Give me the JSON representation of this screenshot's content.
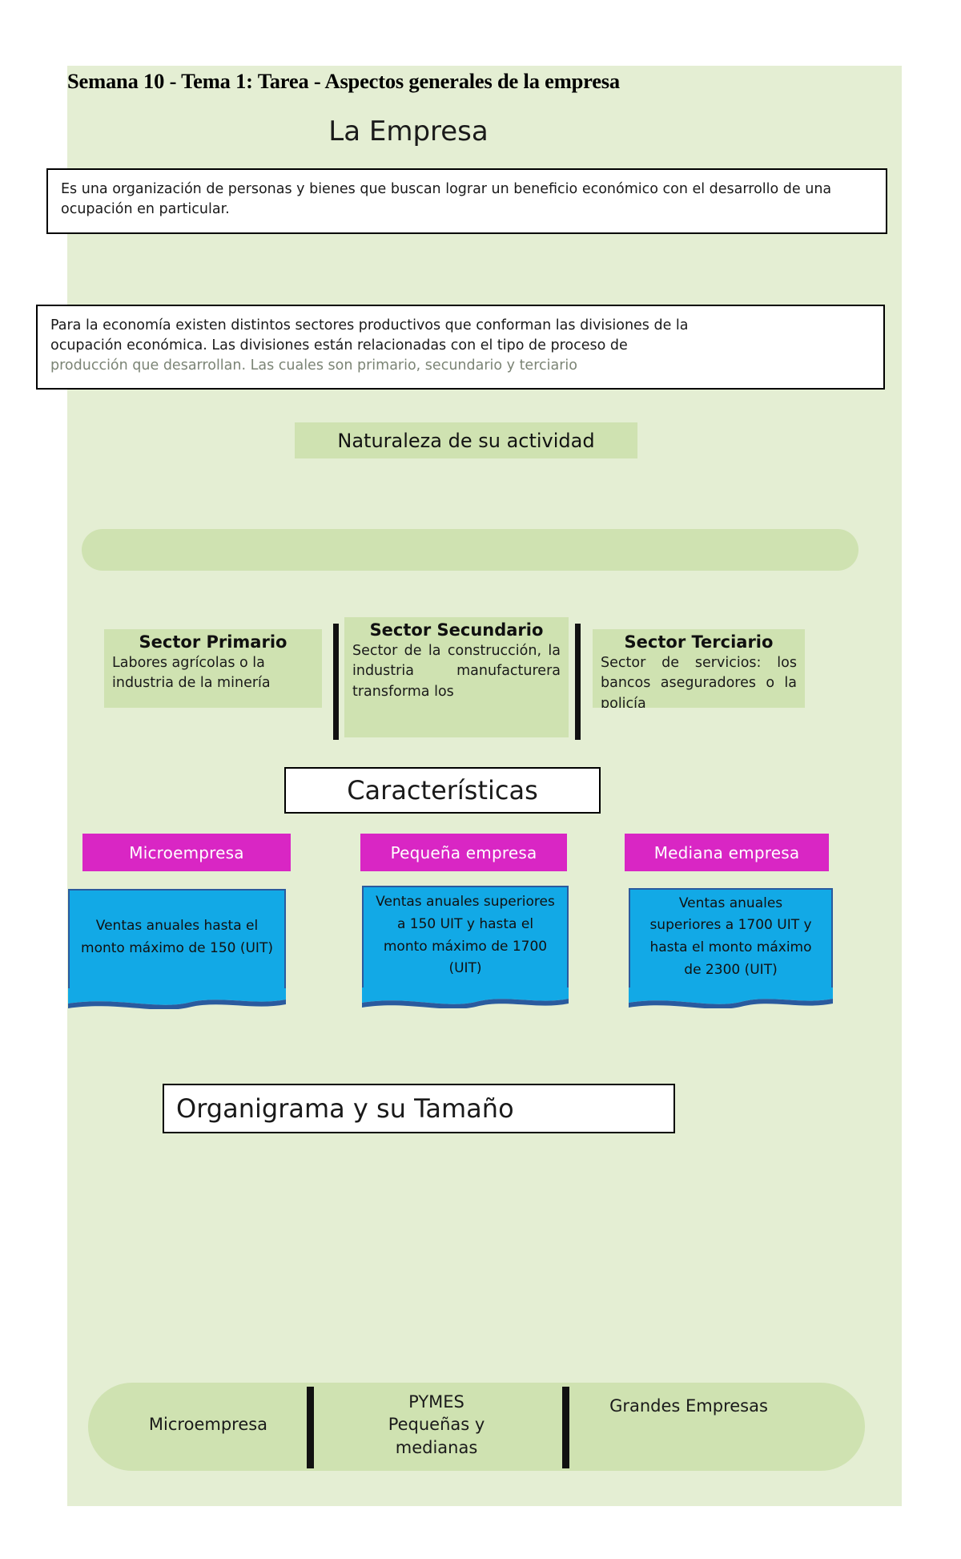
{
  "document": {
    "title": "Semana 10 - Tema 1: Tarea - Aspectos generales de la empresa",
    "main_heading": "La Empresa"
  },
  "definition_box": {
    "text": "Es una organización de personas y bienes que buscan lograr un beneficio económico con el desarrollo de una ocupación en particular."
  },
  "sectors_intro_box": {
    "line1": "Para la economía existen distintos sectores productivos que conforman las divisiones de la",
    "line2": "ocupación económica. Las divisiones están relacionadas con el tipo de proceso de",
    "line3": "producción que desarrollan. Las cuales son primario, secundario y terciario"
  },
  "section_naturaleza": {
    "label": "Naturaleza de su actividad"
  },
  "sectors": [
    {
      "title": "Sector Primario",
      "body": "Labores agrícolas o la industria de la minería"
    },
    {
      "title": "Sector Secundario",
      "body": "Sector de la construcción, la industria manufacturera transforma los"
    },
    {
      "title": "Sector Terciario",
      "body": "Sector de servicios: los bancos aseguradores o la policía"
    }
  ],
  "section_caracteristicas": {
    "label": "Características"
  },
  "company_sizes": [
    {
      "name": "Microempresa",
      "detail": "Ventas anuales hasta el monto máximo de 150 (UIT)"
    },
    {
      "name": "Pequeña empresa",
      "detail": "Ventas anuales superiores a 150 UIT y hasta el monto máximo de 1700 (UIT)"
    },
    {
      "name": "Mediana empresa",
      "detail": "Ventas anuales superiores a 1700 UIT y hasta el monto máximo de 2300 (UIT)"
    }
  ],
  "section_organigrama": {
    "label": "Organigrama y su Tamaño"
  },
  "size_scale": [
    {
      "label": "Microempresa"
    },
    {
      "label": "PYMES\nPequeñas y\nmedianas"
    },
    {
      "label": "Grandes Empresas"
    }
  ],
  "colors": {
    "canvas_green": "#e4eed3",
    "chip_green": "#cfe2b1",
    "magenta": "#d926c4",
    "blue": "#12a9e6",
    "blue_border": "#2a5a9e"
  }
}
